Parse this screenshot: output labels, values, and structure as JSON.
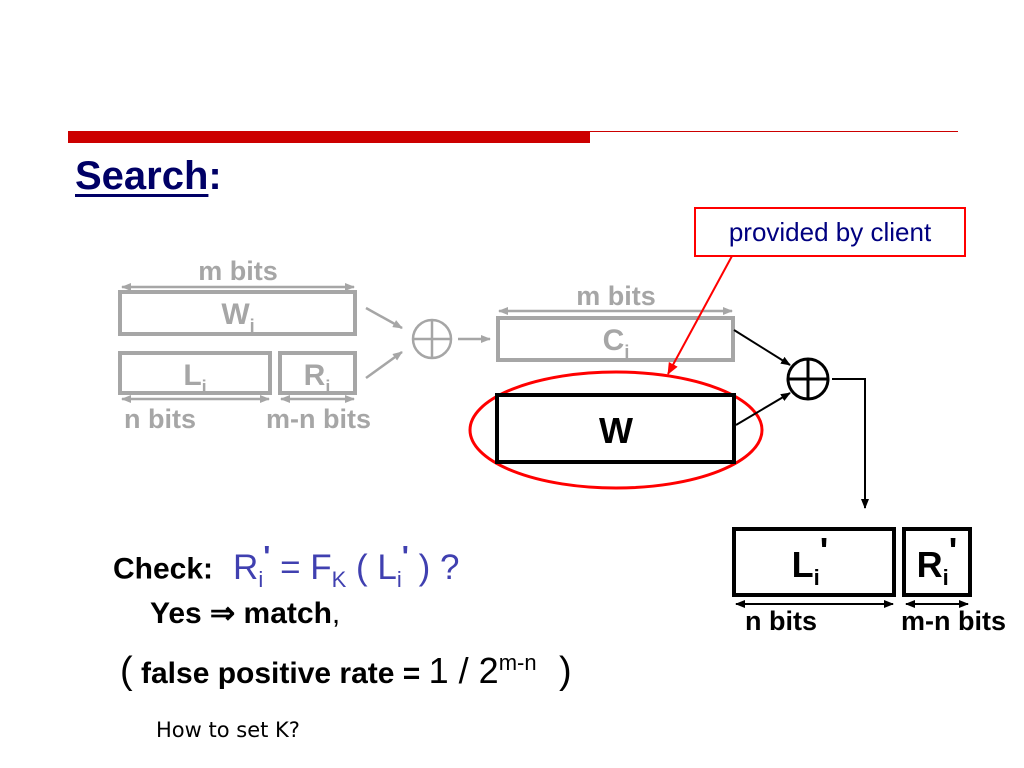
{
  "title": {
    "word": "Search",
    "colon": ":"
  },
  "left": {
    "m_bits": "m bits",
    "w_box": {
      "main": "W",
      "sub": "i"
    },
    "l_box": {
      "main": "L",
      "sub": "i"
    },
    "r_box": {
      "main": "R",
      "sub": "i"
    },
    "n_bits": "n bits",
    "mn_bits": "m-n bits"
  },
  "middle": {
    "m_bits": "m bits",
    "c_box": {
      "main": "C",
      "sub": "i"
    },
    "w_box": "W",
    "xor": "⊕"
  },
  "callout": "provided by client",
  "output": {
    "l_box": {
      "main": "L",
      "sub": "i",
      "prime": "'"
    },
    "r_box": {
      "main": "R",
      "sub": "i",
      "prime": "'"
    },
    "n_bits": "n bits",
    "mn_bits": "m-n bits"
  },
  "check": {
    "label": "Check:",
    "r": "R",
    "r_sub": "i",
    "r_prime": "'",
    "eq_f": " = F",
    "f_sub": "K",
    "open": " ( L",
    "l_sub": "i",
    "l_prime": "'",
    "close": " ) ?"
  },
  "yes": {
    "text": "Yes ⇒ match",
    "comma": ","
  },
  "fp": {
    "open": "(",
    "text": "false positive rate = ",
    "value": "1 / 2",
    "exp": "m-n",
    "close": ")"
  },
  "footnote": "How to set K?",
  "colors": {
    "accent_red": "#cc0000",
    "title_navy": "#000066",
    "formula_blue": "#4040b0",
    "faded_gray": "#a6a6a6"
  }
}
